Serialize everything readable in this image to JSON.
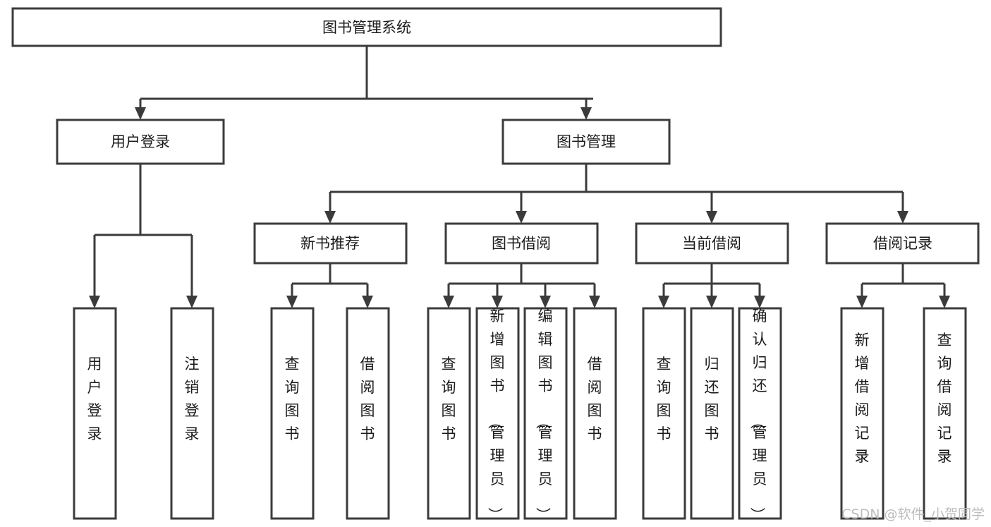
{
  "diagram": {
    "type": "tree",
    "title": "图书管理系统",
    "orientation": "top-down",
    "background_color": "#ffffff",
    "box_stroke_color": "#3b3b3b",
    "text_color": "#1b1b1b",
    "connector_color": "#3b3b3b"
  },
  "nodes": {
    "root": {
      "label": "图书管理系统",
      "level": 0,
      "orientation": "horizontal"
    },
    "l1": [
      {
        "label": "用户登录",
        "level": 1,
        "orientation": "horizontal"
      },
      {
        "label": "图书管理",
        "level": 1,
        "orientation": "horizontal"
      }
    ],
    "l2": [
      {
        "label": "新书推荐",
        "level": 2,
        "orientation": "horizontal"
      },
      {
        "label": "图书借阅",
        "level": 2,
        "orientation": "horizontal"
      },
      {
        "label": "当前借阅",
        "level": 2,
        "orientation": "horizontal"
      },
      {
        "label": "借阅记录",
        "level": 2,
        "orientation": "horizontal"
      }
    ],
    "leaves": [
      {
        "label": "用户登录",
        "parent": "用户登录",
        "orientation": "vertical"
      },
      {
        "label": "注销登录",
        "parent": "用户登录",
        "orientation": "vertical"
      },
      {
        "label": "查询图书",
        "parent": "新书推荐",
        "orientation": "vertical"
      },
      {
        "label": "借阅图书",
        "parent": "新书推荐",
        "orientation": "vertical"
      },
      {
        "label": "查询图书",
        "parent": "图书借阅",
        "orientation": "vertical"
      },
      {
        "label": "新增图书（管理员）",
        "parent": "图书借阅",
        "orientation": "vertical"
      },
      {
        "label": "编辑图书（管理员）",
        "parent": "图书借阅",
        "orientation": "vertical"
      },
      {
        "label": "借阅图书",
        "parent": "图书借阅",
        "orientation": "vertical"
      },
      {
        "label": "查询图书",
        "parent": "当前借阅",
        "orientation": "vertical"
      },
      {
        "label": "归还图书",
        "parent": "当前借阅",
        "orientation": "vertical"
      },
      {
        "label": "确认归还（管理员）",
        "parent": "当前借阅",
        "orientation": "vertical"
      },
      {
        "label": "新增借阅记录",
        "parent": "借阅记录",
        "orientation": "vertical"
      },
      {
        "label": "查询借阅记录",
        "parent": "借阅记录",
        "orientation": "vertical"
      }
    ]
  },
  "watermark": {
    "text": "CSDN @软件_小贺同学",
    "color": "#bdbdbd"
  }
}
